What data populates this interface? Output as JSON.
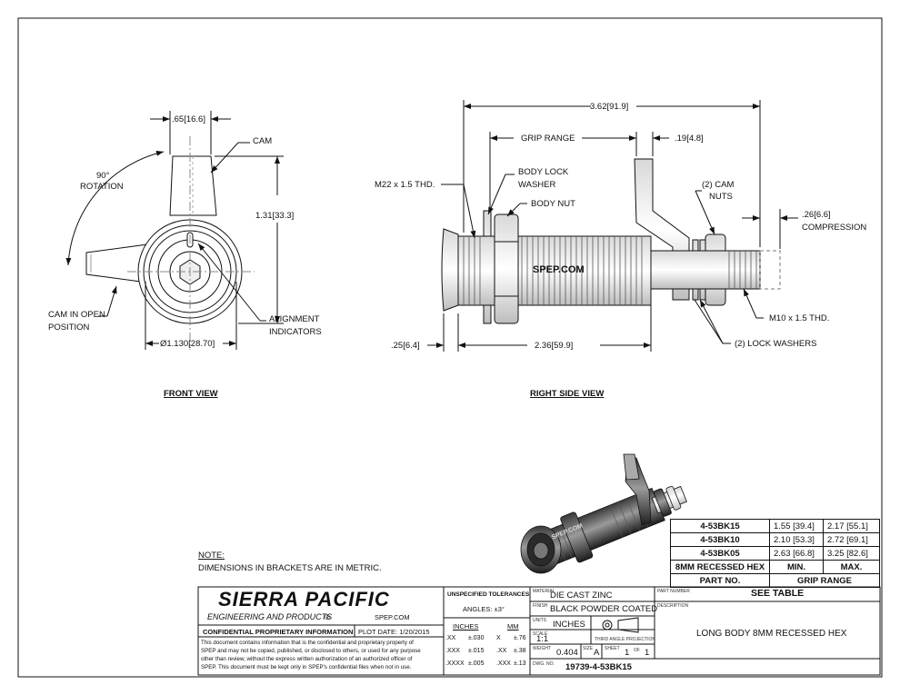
{
  "front_view": {
    "title": "FRONT VIEW",
    "dim_width": ".65[16.6]",
    "dim_height": "1.31[33.3]",
    "dim_dia": "Ø1.130[28.70]",
    "rotation_1": "90°",
    "rotation_2": "ROTATION",
    "cam": "CAM",
    "cam_open_1": "CAM IN OPEN",
    "cam_open_2": "POSITION",
    "align_1": "ALIGNMENT",
    "align_2": "INDICATORS"
  },
  "side_view": {
    "title": "RIGHT SIDE VIEW",
    "dim_overall": "3.62[91.9]",
    "grip_range": "GRIP RANGE",
    "dim_cam_thk": ".19[4.8]",
    "thread_body": "M22 x 1.5 THD.",
    "lock_washer_1": "BODY LOCK",
    "lock_washer_2": "WASHER",
    "body_nut": "BODY NUT",
    "cam_nuts_1": "(2) CAM",
    "cam_nuts_2": "NUTS",
    "compression_1": ".26[6.6]",
    "compression_2": "COMPRESSION",
    "thread_stud": "M10 x 1.5 THD.",
    "lock_washers": "(2) LOCK WASHERS",
    "dim_flange": ".25[6.4]",
    "dim_body": "2.36[59.9]",
    "body_text": "SPEP.COM"
  },
  "iso_label": "SPEP.COM",
  "note": {
    "heading": "NOTE:",
    "text": "DIMENSIONS IN BRACKETS ARE IN METRIC."
  },
  "grip_table": {
    "rows": [
      {
        "part": "4-53BK15",
        "min": "1.55 [39.4]",
        "max": "2.17 [55.1]"
      },
      {
        "part": "4-53BK10",
        "min": "2.10 [53.3]",
        "max": "2.72 [69.1]"
      },
      {
        "part": "4-53BK05",
        "min": "2.63 [66.8]",
        "max": "3.25 [82.6]"
      }
    ],
    "subheader": {
      "part": "8MM RECESSED HEX",
      "min": "MIN.",
      "max": "MAX."
    },
    "header": {
      "part": "PART NO.",
      "range": "GRIP RANGE"
    }
  },
  "title_block": {
    "company": "SIERRA PACIFIC",
    "company_sub": "ENGINEERING AND PRODUCTS",
    "registered": "®",
    "website": "SPEP.COM",
    "confidential": "CONFIDENTIAL PROPRIETARY INFORMATION",
    "plot_date": "PLOT DATE: 1/20/2015",
    "disclaimer": [
      "This document contains information that is the confidential and proprietary property of",
      "SPEP and may not be copied, published, or disclosed to others, or used for any purpose",
      "other than review, without the express written authorization of an authorized officer of",
      "SPEP. This document must be kept only in SPEP's confidential files when not in use."
    ],
    "tol_title": "UNSPECIFIED TOLERANCES",
    "angles": "ANGLES: ±3°",
    "inches": "INCHES",
    "mm": "MM",
    "tol_rows": [
      {
        "in": ".XX",
        "in_tol": "±.030",
        "mm": "X",
        "mm_tol": "±.76"
      },
      {
        "in": ".XXX",
        "in_tol": "±.015",
        "mm": ".XX",
        "mm_tol": "±.38"
      },
      {
        "in": ".XXXX",
        "in_tol": "±.005",
        "mm": ".XXX",
        "mm_tol": "±.13"
      }
    ],
    "material_label": "MATERIAL",
    "material": "DIE CAST ZINC",
    "finish_label": "FINISH",
    "finish": "BLACK POWDER COATED",
    "units_label": "UNITS",
    "units": "INCHES",
    "scale_label": "SCALE",
    "scale": "1:1",
    "projection": "THIRD ANGLE PROJECTION",
    "weight_label": "WEIGHT",
    "weight": "0.404",
    "size_label": "SIZE",
    "size": "A",
    "sheet_label": "SHEET",
    "sheet": "1",
    "of_label": "OF",
    "of": "1",
    "dwg_label": "DWG. NO.",
    "dwg": "19739-4-53BK15",
    "partnum_label": "PART NUMBER",
    "partnum": "SEE TABLE",
    "desc_label": "DESCRIPTION",
    "description": "LONG BODY 8MM RECESSED HEX"
  }
}
